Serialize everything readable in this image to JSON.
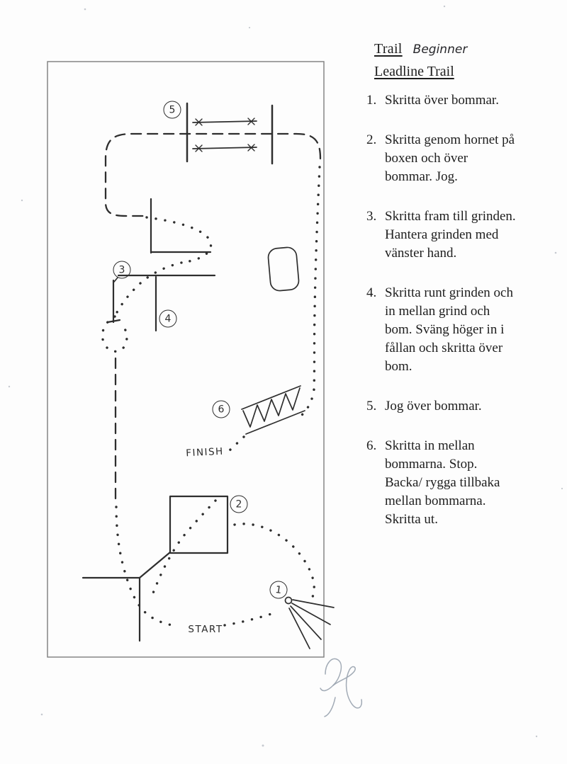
{
  "colors": {
    "paper": "#fdfdfd",
    "ink": "#2e2e2e",
    "pencil_signature": "#98a2ae"
  },
  "header": {
    "title": "Trail",
    "handwritten_note": "Beginner",
    "subtitle": "Leadline Trail"
  },
  "instructions": {
    "items": [
      {
        "num": "1.",
        "lines": [
          "Skritta över bommar."
        ]
      },
      {
        "num": "2.",
        "lines": [
          "Skritta genom hornet på",
          "boxen och över",
          "bommar. Jog."
        ]
      },
      {
        "num": "3.",
        "lines": [
          "Skritta fram till grinden.",
          "Hantera grinden med",
          "vänster hand."
        ]
      },
      {
        "num": "4.",
        "lines": [
          "Skritta runt grinden och",
          "in mellan grind och",
          "bom. Sväng höger in i",
          "fållan och skritta över",
          "bom."
        ]
      },
      {
        "num": "5.",
        "lines": [
          "Jog över bommar."
        ]
      },
      {
        "num": "6.",
        "lines": [
          "Skritta in mellan",
          "bommarna. Stop.",
          "Backa/ rygga tillbaka",
          "mellan bommarna.",
          "Skritta ut."
        ]
      }
    ]
  },
  "diagram": {
    "markers": [
      {
        "label": "1"
      },
      {
        "label": "2"
      },
      {
        "label": "3"
      },
      {
        "label": "4"
      },
      {
        "label": "5"
      },
      {
        "label": "6"
      }
    ],
    "start_label": "START",
    "finish_label": "FINISH"
  }
}
